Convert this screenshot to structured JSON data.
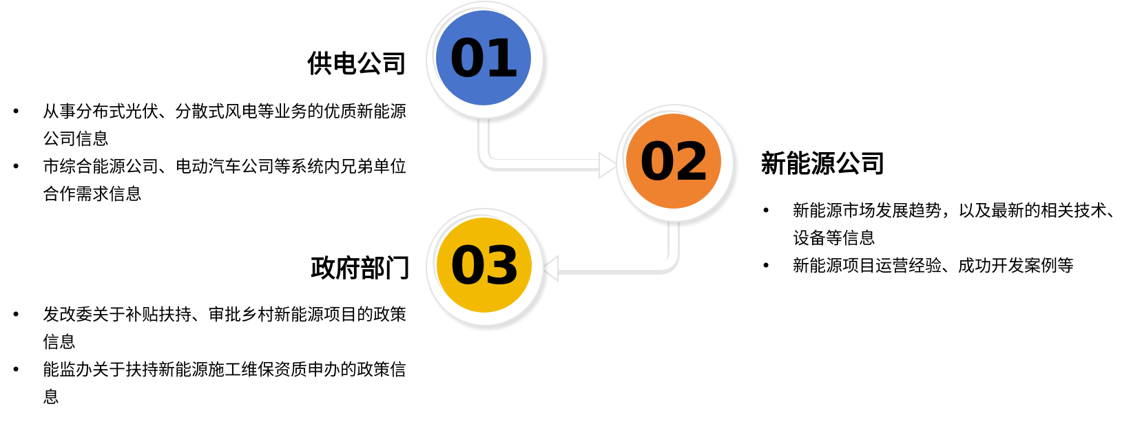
{
  "steps": [
    {
      "number": "01",
      "title": "供电公司",
      "color": "#4874CB",
      "bullets": [
        "从事分布式光伏、分散式风电等业务的优质新能源公司信息",
        "市综合能源公司、电动汽车公司等系统内兄弟单位合作需求信息"
      ]
    },
    {
      "number": "02",
      "title": "新能源公司",
      "color": "#EE822F",
      "bullets": [
        "新能源市场发展趋势，以及最新的相关技术、设备等信息",
        "新能源项目运营经验、成功开发案例等"
      ]
    },
    {
      "number": "03",
      "title": "政府部门",
      "color": "#F2BA02",
      "bullets": [
        "发改委关于补贴扶持、审批乡村新能源项目的政策信息",
        "能监办关于扶持新能源施工维保资质申办的政策信息"
      ]
    }
  ],
  "bullet_symbol": "•"
}
